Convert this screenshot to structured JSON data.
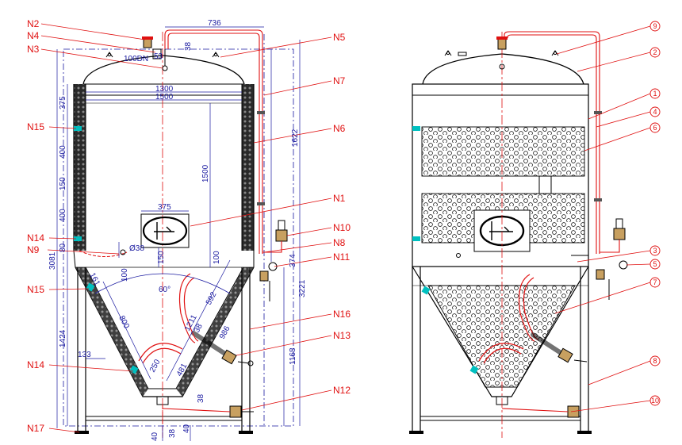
{
  "left_view": {
    "labels": {
      "n2": "N2",
      "n4": "N4",
      "n3": "N3",
      "n5": "N5",
      "n7": "N7",
      "n6": "N6",
      "n15a": "N15",
      "n1": "N1",
      "n10": "N10",
      "n14a": "N14",
      "n8": "N8",
      "n9": "N9",
      "n11": "N11",
      "n15b": "N15",
      "n16": "N16",
      "n13": "N13",
      "n14b": "N14",
      "n12": "N12",
      "n17": "N17"
    },
    "dimensions": {
      "d736": "736",
      "d38top": "38",
      "d100dn": "100DN",
      "d53": "53",
      "d1300": "1300",
      "d1500": "1500",
      "d375": "375",
      "d400a": "400",
      "d150a": "150",
      "d400b": "400",
      "d80": "80",
      "d3081": "3081",
      "d1622": "1622",
      "d1500v": "1500",
      "d375w": "375",
      "d38dia": "Ø38",
      "d150b": "150",
      "d100a": "100",
      "d100b": "100",
      "d374": "374",
      "d3221": "3221",
      "d60": "60°",
      "d161": "161",
      "d800": "800",
      "d1211": "1211",
      "d38b": "38",
      "d986": "986",
      "d592": "592",
      "d1424": "1424",
      "d133": "133",
      "d1168": "1168",
      "d250": "250",
      "d481": "481",
      "d38c": "38",
      "d40a": "40",
      "d38d": "38",
      "d40b": "40"
    }
  },
  "right_view": {
    "callouts": [
      "9",
      "2",
      "1",
      "4",
      "6",
      "3",
      "5",
      "7",
      "8",
      "10"
    ]
  }
}
